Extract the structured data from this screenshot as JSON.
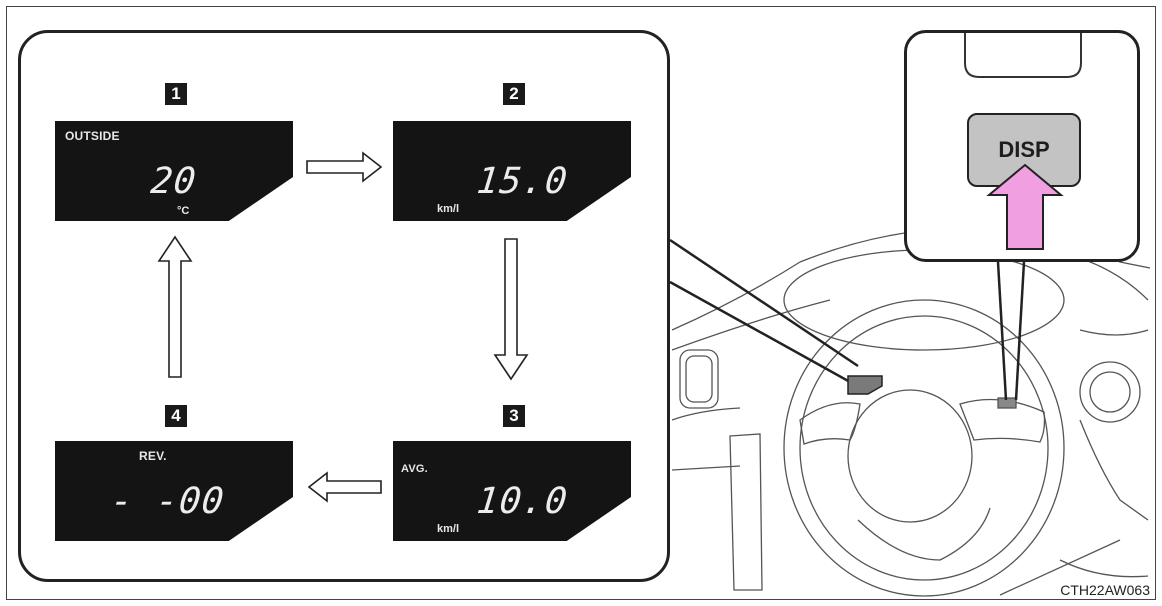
{
  "figure_code": "CTH22AW063",
  "button": {
    "label": "DISP"
  },
  "screens": [
    {
      "step": "1",
      "label": "OUTSIDE",
      "value": "20",
      "unit": "°C"
    },
    {
      "step": "2",
      "label": "",
      "value": "15.0",
      "unit": "km/l"
    },
    {
      "step": "3",
      "label": "AVG.",
      "value": "10.0",
      "unit": "km/l"
    },
    {
      "step": "4",
      "label": "REV.",
      "value": "- -00",
      "unit": ""
    }
  ],
  "colors": {
    "display_bg": "#141414",
    "press_arrow": "#f0a0e0",
    "button_bg": "#c3c3c3"
  },
  "icons": [
    "press-arrow-icon",
    "flow-arrow-icon",
    "steering-wheel-illustration"
  ]
}
